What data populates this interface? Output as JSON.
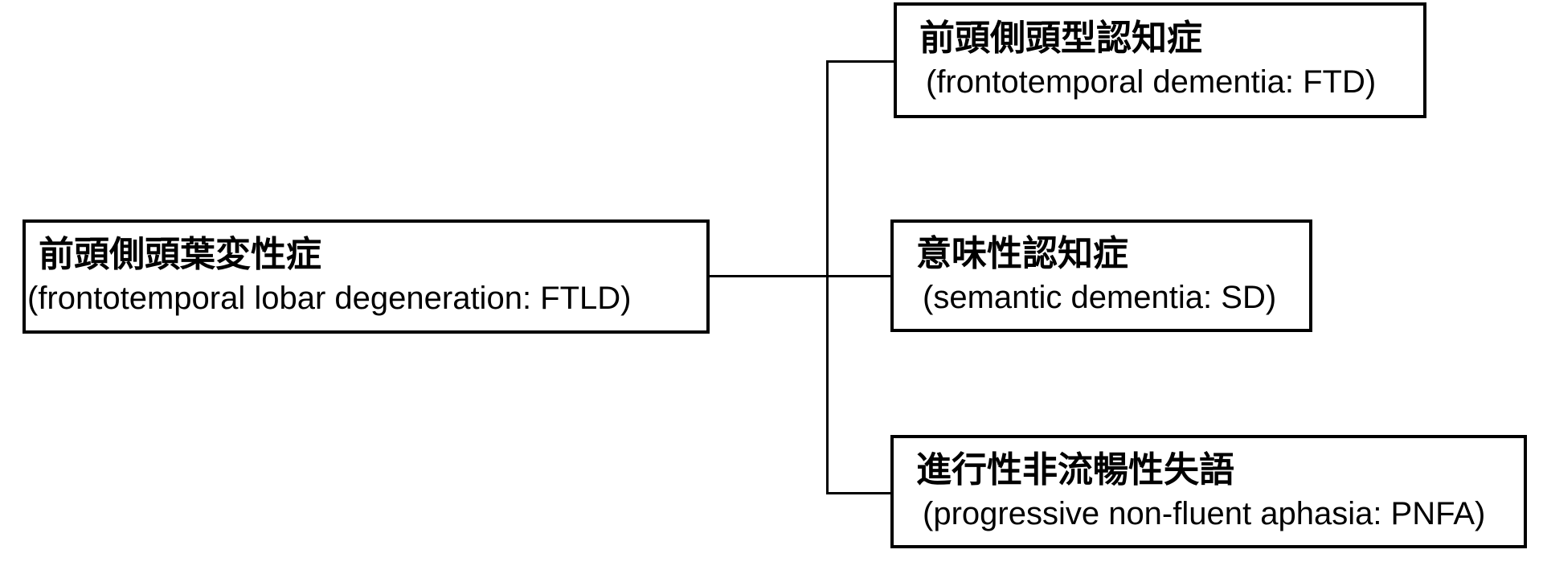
{
  "diagram": {
    "type": "tree",
    "direction": "left-to-right",
    "root": {
      "label_ja": "前頭側頭葉変性症",
      "label_en": "(frontotemporal lobar degeneration: FTLD)"
    },
    "children": [
      {
        "label_ja": "前頭側頭型認知症",
        "label_en": "(frontotemporal dementia: FTD)"
      },
      {
        "label_ja": "意味性認知症",
        "label_en": "(semantic dementia: SD)"
      },
      {
        "label_ja": "進行性非流暢性失語",
        "label_en": "(progressive non-fluent aphasia: PNFA)"
      }
    ],
    "colors": {
      "background": "#ffffff",
      "box_fill": "#ffffff",
      "box_border": "#000000",
      "text": "#000000",
      "connector": "#000000"
    }
  }
}
